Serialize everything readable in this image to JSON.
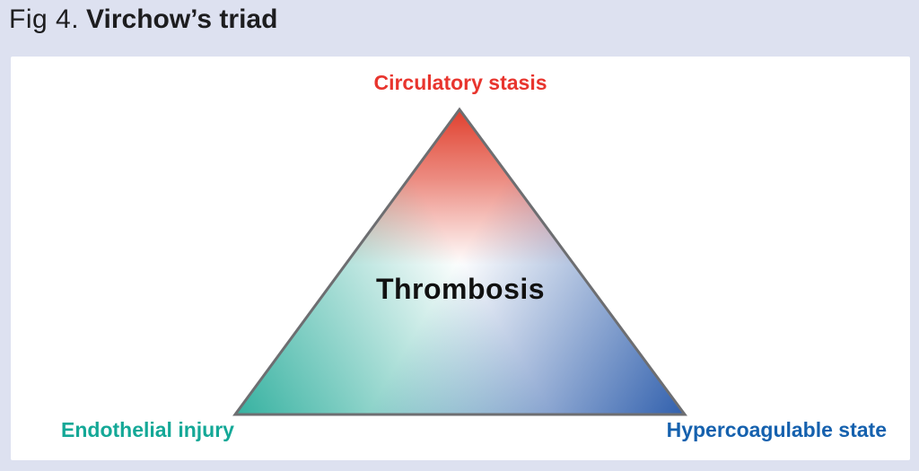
{
  "figure": {
    "label": "Fig 4.",
    "title": "Virchow’s triad"
  },
  "diagram": {
    "center_label": "Thrombosis",
    "vertices": {
      "top": {
        "label": "Circulatory stasis",
        "color": "#e8352e"
      },
      "bottom_left": {
        "label": "Endothelial injury",
        "color": "#14a897"
      },
      "bottom_right": {
        "label": "Hypercoagulable state",
        "color": "#1561ae"
      }
    },
    "triangle": {
      "outline_color": "#6d6e71",
      "top_gradient_color": "#e0402e",
      "bottom_left_gradient_color": "#35b1a0",
      "bottom_right_gradient_color": "#3160ad"
    }
  },
  "colors": {
    "page_background": "#dde1f0",
    "panel_background": "#ffffff",
    "title_color": "#1d1d1f",
    "center_label_color": "#111111"
  }
}
